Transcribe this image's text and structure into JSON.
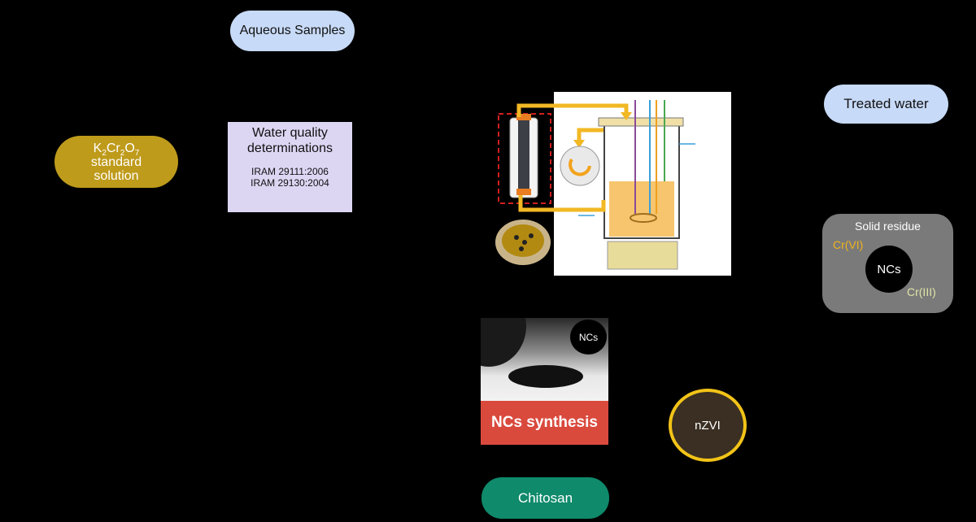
{
  "nodes": {
    "aqueous_samples": "Aqueous Samples",
    "treated_water": "Treated water",
    "k2cr2o7_line2": "standard",
    "k2cr2o7_line3": "solution",
    "water_quality_title": "Water quality determinations",
    "water_quality_std1": "IRAM 29111:2006",
    "water_quality_std2": "IRAM 29130:2004",
    "solid_residue_title": "Solid residue",
    "cr_vi": "Cr(VI)",
    "cr_iii": "Cr(III)",
    "ncs_residue": "NCs",
    "ncs_photo": "NCs",
    "ncs_synthesis": "NCs synthesis",
    "nzvi": "nZVI",
    "chitosan": "Chitosan"
  },
  "colors": {
    "background": "#000000",
    "sample_pill": "#c7daf7",
    "standard_solution": "#bf9b1b",
    "water_quality_box": "#ddd6f3",
    "solid_residue_box": "#7a7a7a",
    "cr_vi_text": "#f0b21f",
    "cr_iii_text": "#dfe5a6",
    "synthesis_banner": "#d94a3d",
    "nzvi_ring": "#f2c318",
    "chitosan_pill": "#0f8a6b",
    "flow_arrow": "#f2b824"
  }
}
